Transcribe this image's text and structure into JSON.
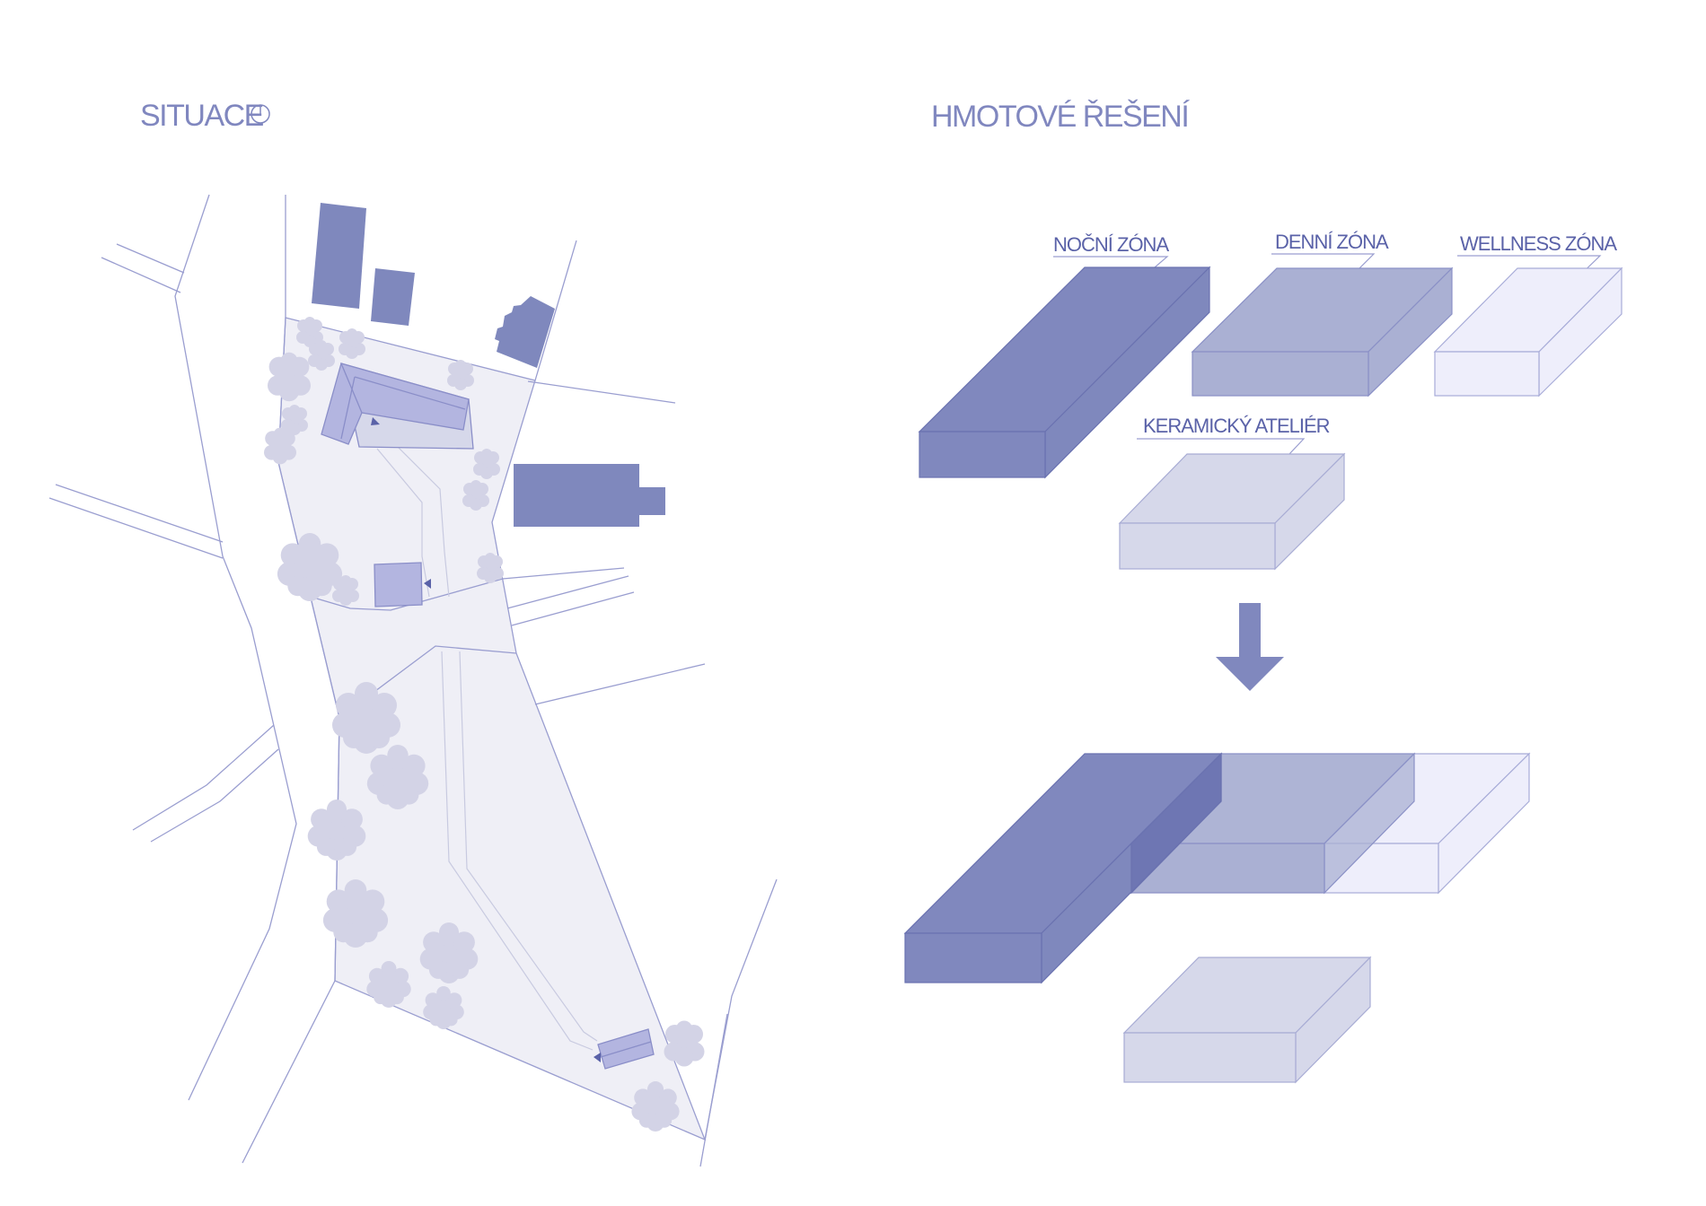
{
  "situation": {
    "title": "SITUACE"
  },
  "massing": {
    "title": "HMOTOVÉ ŘEŠENÍ",
    "zones": {
      "night": "NOČNÍ ZÓNA",
      "day": "DENNÍ ZÓNA",
      "wellness": "WELLNESS ZÓNA",
      "studio": "KERAMICKÝ ATELIÉR"
    }
  },
  "colors": {
    "night": "#8088BE",
    "day": "#AAB0D3",
    "wellness": "#EEEEFB",
    "studio": "#D6D8EA",
    "plot": "#EFEFF6",
    "lines": "#9A9ED0",
    "neighbor": "#7F88BD",
    "building": "#B3B5E0",
    "tree": "#D3D3E6"
  }
}
